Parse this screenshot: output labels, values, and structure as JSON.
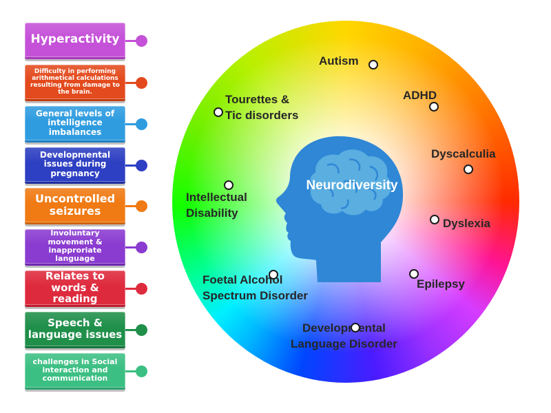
{
  "tiles": [
    {
      "text": "Hyperactivity",
      "color": "#c551d8",
      "dark": "#a43ab6",
      "size": 17
    },
    {
      "text": "Difficulty in performing arithmetical calculations resulting from damage to the brain.",
      "color": "#e34a1d",
      "dark": "#c23a10",
      "size": 9
    },
    {
      "text": "General levels of intelligence imbalances",
      "color": "#2f9ce0",
      "dark": "#1d80c2",
      "size": 12
    },
    {
      "text": "Developmental issues during pregnancy",
      "color": "#2d3fc2",
      "dark": "#1f2e9e",
      "size": 12
    },
    {
      "text": "Uncontrolled seizures",
      "color": "#f07a13",
      "dark": "#d0620a",
      "size": 16
    },
    {
      "text": "Involuntary movement & inapproriate language",
      "color": "#8a3bd0",
      "dark": "#6f29b0",
      "size": 11
    },
    {
      "text": "Relates to words & reading",
      "color": "#de2a3d",
      "dark": "#bd1c2e",
      "size": 15
    },
    {
      "text": "Speech & language issues",
      "color": "#1f8f4a",
      "dark": "#13743a",
      "size": 15
    },
    {
      "text": "challenges in Social interaction and communication",
      "color": "#3cbf83",
      "dark": "#28a36d",
      "size": 11
    }
  ],
  "wheel": {
    "center_label": "Neurodiversity",
    "labels": {
      "autism": "Autism",
      "adhd": "ADHD",
      "tourettes": "Tourettes &\nTic disorders",
      "dyscalculia": "Dyscalculia",
      "intellectual": "Intellectual\nDisability",
      "dyslexia": "Dyslexia",
      "epilepsy": "Epilepsy",
      "foetal": "Foetal Alcohol\nSpectrum Disorder",
      "dld": "Developmental\nLanguage Disorder"
    },
    "head_colors": {
      "head": "#2f87d6",
      "brain": "#5aaee0"
    }
  }
}
